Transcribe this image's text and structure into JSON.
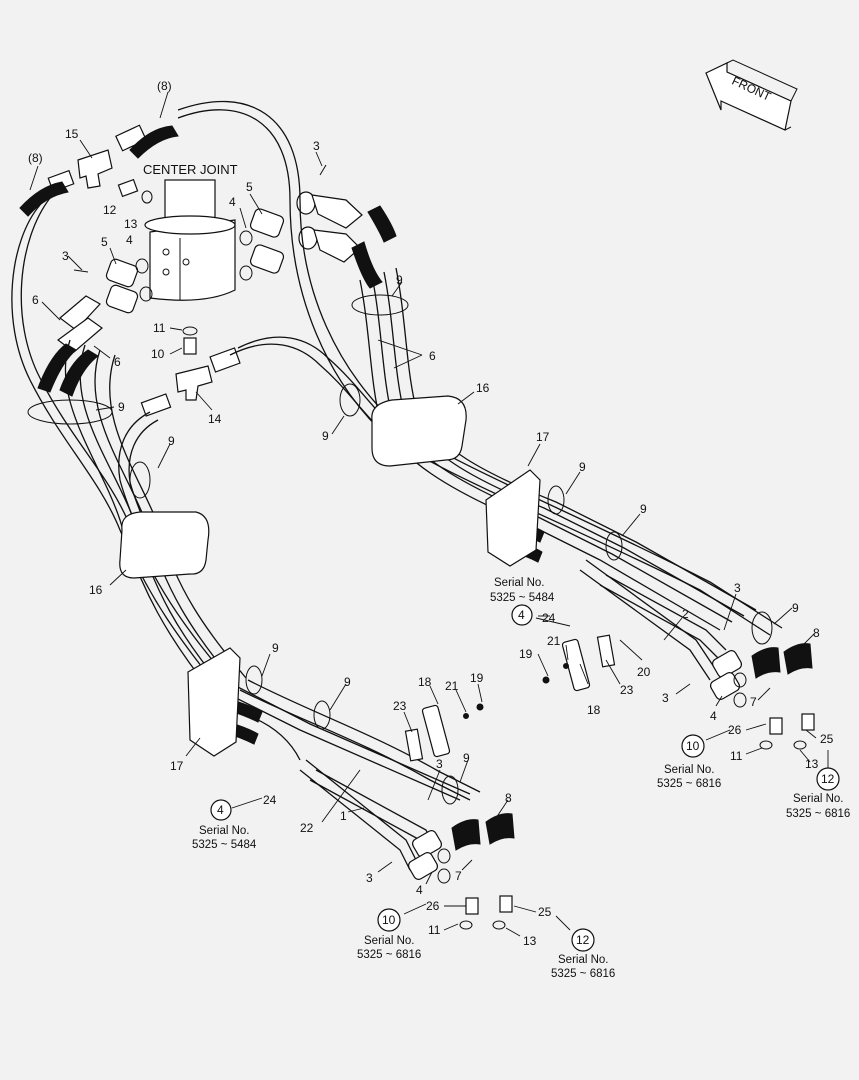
{
  "diagram": {
    "center_joint_label": "CENTER JOINT",
    "front_label": "FRONT",
    "callouts": {
      "n8a": "(8)",
      "n8b": "(8)",
      "c15": "15",
      "c12a": "12",
      "c13a": "13",
      "c3a": "3",
      "c4a": "4",
      "c5a": "5",
      "c3b": "3",
      "c5b": "5",
      "c4b": "4",
      "c6a": "6",
      "c6b": "6",
      "c11a": "11",
      "c10a": "10",
      "c14": "14",
      "c9a": "9",
      "c9b": "9",
      "c9c": "9",
      "c6c": "6",
      "c16a": "16",
      "c9d": "9",
      "c16b": "16",
      "c17a": "17",
      "c9e": "9",
      "c9f": "9",
      "c3c": "3",
      "c9g": "9",
      "c8a": "8",
      "c2": "2",
      "c20": "20",
      "c21a": "21",
      "c19a": "19",
      "c23a": "23",
      "c18a": "18",
      "c3d": "3",
      "c7a": "7",
      "c4c": "4",
      "c26a": "26",
      "c11b": "11",
      "c25a": "25",
      "c13b": "13",
      "c9h": "9",
      "c9i": "9",
      "c18b": "18",
      "c21b": "21",
      "c19b": "19",
      "c23b": "23",
      "c17b": "17",
      "c24a": "24",
      "c24b": "24",
      "c22": "22",
      "c1": "1",
      "c3e": "3",
      "c9j": "9",
      "c8b": "8",
      "c3f": "3",
      "c7b": "7",
      "c4d": "4",
      "c26b": "26",
      "c25b": "25",
      "c11c": "11",
      "c13c": "13"
    },
    "circled": {
      "r4a": "4",
      "r4b": "4",
      "r10a": "10",
      "r10b": "10",
      "r12a": "12",
      "r12b": "12"
    },
    "serial_notes": {
      "s1_title": "Serial No.",
      "s1_range": "5325 ~ 5484",
      "s2_title": "Serial No.",
      "s2_range": "5325 ~ 6816",
      "s3_title": "Serial No.",
      "s3_range": "5325 ~ 6816",
      "s4_title": "Serial No.",
      "s4_range": "5325 ~ 5484",
      "s5_title": "Serial No.",
      "s5_range": "5325 ~ 6816",
      "s6_title": "Serial No.",
      "s6_range": "5325 ~ 6816"
    }
  }
}
